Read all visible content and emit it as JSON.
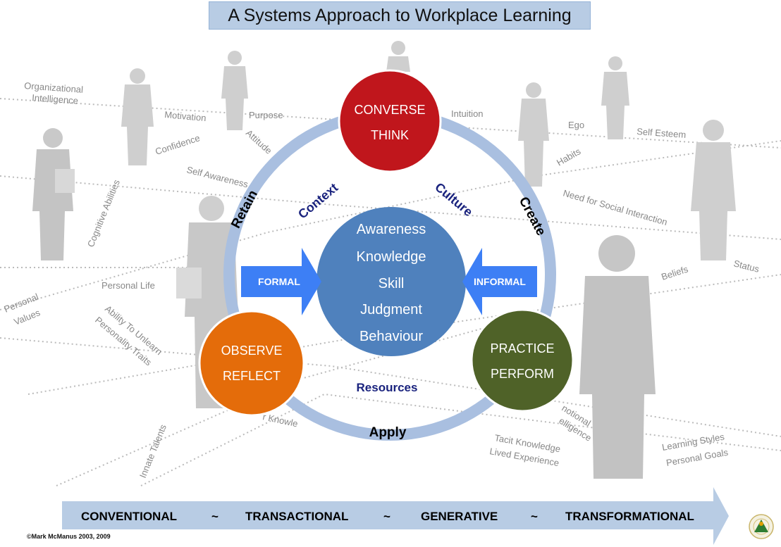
{
  "title": "A Systems Approach to Workplace Learning",
  "copyright": "©Mark McManus 2003, 2009",
  "colors": {
    "ring": "#a9bfe0",
    "red": "#c0161c",
    "orange": "#e46c0a",
    "green": "#4f6228",
    "center": "#4f81bd",
    "arrow": "#3d7ff5",
    "navy": "#1a237e",
    "footer_arrow": "#b8cce4"
  },
  "nodes": {
    "top": {
      "line1": "CONVERSE",
      "line2": "THINK"
    },
    "left": {
      "line1": "OBSERVE",
      "line2": "REFLECT"
    },
    "right": {
      "line1": "PRACTICE",
      "line2": "PERFORM"
    }
  },
  "center_items": [
    "Awareness",
    "Knowledge",
    "Skill",
    "Judgment",
    "Behaviour"
  ],
  "arrows": {
    "formal": "FORMAL",
    "informal": "INFORMAL"
  },
  "ring_labels": {
    "retain": "Retain",
    "create": "Create",
    "apply": "Apply"
  },
  "inner_labels": {
    "context": "Context",
    "culture": "Culture",
    "resources": "Resources"
  },
  "factors": {
    "org_intel_1": "Organizational",
    "org_intel_2": "Intelligence",
    "motivation": "Motivation",
    "purpose": "Purpose",
    "confidence": "Confidence",
    "attitude": "Attitude",
    "self_awareness": "Self Awareness",
    "cognitive": "Cognitive Abilities",
    "personal_life": "Personal Life",
    "personal_values_1": "Personal",
    "personal_values_2": "Values",
    "unlearn": "Ability To Unlearn",
    "personality": "Personality Traits",
    "innate": "Innate Talents",
    "prior_knowledge": "r Knowle",
    "intuition": "Intuition",
    "ego": "Ego",
    "self_esteem": "Self Esteem",
    "habits": "Habits",
    "social": "Need for Social Interaction",
    "beliefs": "Beliefs",
    "status": "Status",
    "emotional_1": "notional",
    "emotional_2": "elligence",
    "tacit": "Tacit Knowledge",
    "lived": "Lived Experience",
    "learning_styles": "Learning Styles",
    "personal_goals": "Personal Goals"
  },
  "footer": {
    "stage1": "CONVENTIONAL",
    "stage2": "TRANSACTIONAL",
    "stage3": "GENERATIVE",
    "stage4": "TRANSFORMATIONAL",
    "sep": "~"
  }
}
